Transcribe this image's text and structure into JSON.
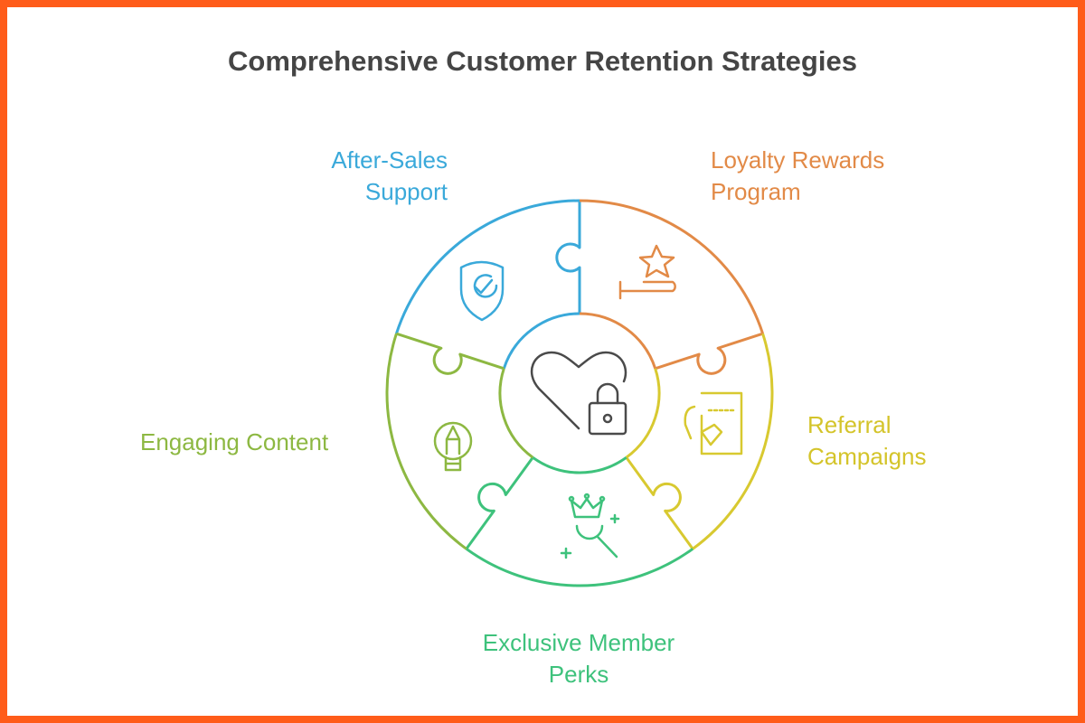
{
  "title": "Comprehensive Customer Retention Strategies",
  "center": {
    "icon": "heart-lock-icon",
    "color": "#4a4a4a"
  },
  "segments": [
    {
      "label_1": "After-Sales",
      "label_2": "Support",
      "icon": "shield-check-icon",
      "color": "#3aa9da"
    },
    {
      "label_1": "Loyalty Rewards",
      "label_2": "Program",
      "icon": "hand-star-icon",
      "color": "#e28a47"
    },
    {
      "label_1": "Referral",
      "label_2": "Campaigns",
      "icon": "hand-ticket-icon",
      "color": "#d8c930"
    },
    {
      "label_1": "Exclusive Member",
      "label_2": "Perks",
      "icon": "crown-person-icon",
      "color": "#3ec27c"
    },
    {
      "label_1": "Engaging Content",
      "icon": "lightbulb-pencil-icon",
      "color": "#8db842"
    }
  ],
  "frame_color": "#ff5c1a"
}
